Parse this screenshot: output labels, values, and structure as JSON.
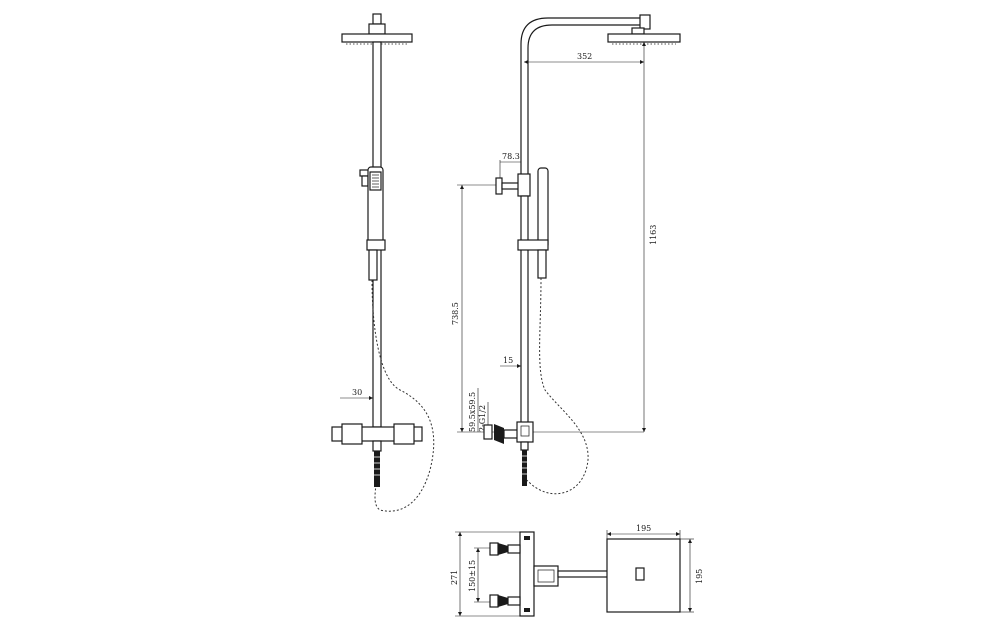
{
  "dimensions": {
    "front_offset": "30",
    "head_reach": "352",
    "overall_height": "1163",
    "valve_to_holder": "738.5",
    "diverter_offset": "78.3",
    "rail_offset": "15",
    "outlet_spacing": "59.5x59.5",
    "thread_size": "2-G1/2",
    "valve_width": "271",
    "centers": "150±15",
    "head_width": "195",
    "head_depth": "195"
  }
}
